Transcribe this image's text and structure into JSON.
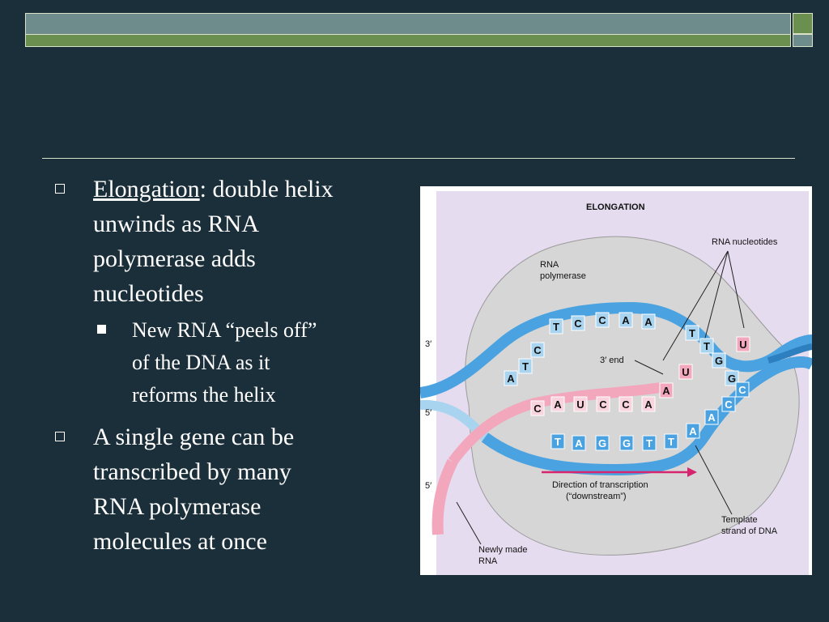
{
  "slide": {
    "bullet1": {
      "term": "Elongation",
      "rest_line1": ": double helix",
      "line2": "unwinds as RNA",
      "line3": "polymerase adds",
      "line4": "nucleotides"
    },
    "sub_bullet": {
      "line1": "New RNA “peels off”",
      "line2": "of the DNA as it",
      "line3": "reforms the helix"
    },
    "bullet2": {
      "line1": "A single gene can be",
      "line2": "transcribed by many",
      "line3": "RNA polymerase",
      "line4": "molecules at once"
    }
  },
  "figure": {
    "title": "ELONGATION",
    "labels": {
      "rna_nucleotides": "RNA nucleotides",
      "rna_polymerase_1": "RNA",
      "rna_polymerase_2": "polymerase",
      "three_prime_end": "3′ end",
      "left_3prime": "3′",
      "left_5prime_top": "5′",
      "left_5prime_bottom": "5′",
      "direction_1": "Direction of transcription",
      "direction_2": "(“downstream”)",
      "template_1": "Template",
      "template_2": "strand of DNA",
      "newly_made_1": "Newly made",
      "newly_made_2": "RNA"
    },
    "top_strand_bases": [
      "A",
      "T",
      "C",
      "T",
      "C",
      "C",
      "A",
      "A",
      "T",
      "T",
      "G",
      "G"
    ],
    "rna_bases": [
      "C",
      "A",
      "U",
      "C",
      "C",
      "A"
    ],
    "template_bases": [
      "T",
      "A",
      "G",
      "G",
      "T",
      "T",
      "A",
      "A",
      "C",
      "C"
    ],
    "free_nucleotides": [
      "A",
      "U",
      "U"
    ],
    "colors": {
      "dna_blue": "#4aa3e0",
      "dna_light": "#a9d4f0",
      "rna_pink": "#f2a7bd",
      "rna_light": "#f9d3de",
      "polymerase": "#d6d6d6",
      "background": "#e6dcef",
      "arrow": "#d6246e"
    }
  }
}
